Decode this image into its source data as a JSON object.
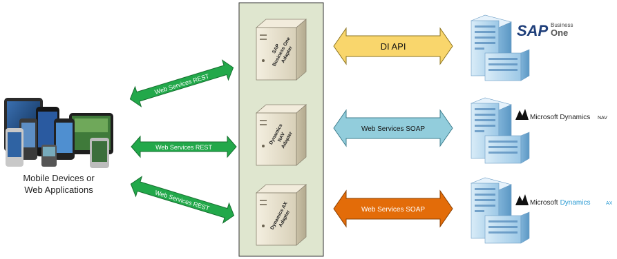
{
  "client": {
    "label_line1": "Mobile Devices or",
    "label_line2": "Web Applications"
  },
  "rest_arrows": [
    {
      "label": "Web Services REST"
    },
    {
      "label": "Web Services REST"
    },
    {
      "label": "Web Services REST"
    }
  ],
  "adapters": [
    {
      "line1": "SAP",
      "line2": "Business One",
      "line3": "Adapter"
    },
    {
      "line1": "Dynamics",
      "line2": "NAV",
      "line3": "Adapter"
    },
    {
      "line1": "Dynamics AX",
      "line2": "Adapter"
    }
  ],
  "erp_connections": [
    {
      "label": "DI API",
      "color": "#f9d66c"
    },
    {
      "label": "Web Services SOAP",
      "color": "#92cddc"
    },
    {
      "label": "Web Services SOAP",
      "color": "#e36c09"
    }
  ],
  "erp_systems": [
    {
      "logo_main": "SAP",
      "logo_small": "Business",
      "logo_sub": "One"
    },
    {
      "logo_name": "Microsoft Dynamics",
      "logo_suffix": "NAV"
    },
    {
      "logo_name_a": "Microsoft",
      "logo_name_b": "Dynamics",
      "logo_suffix": "AX"
    }
  ],
  "colors": {
    "rest_arrow": "#22a84a",
    "adapter_panel": "#dfe6cf",
    "server": "#e8e2cf"
  }
}
